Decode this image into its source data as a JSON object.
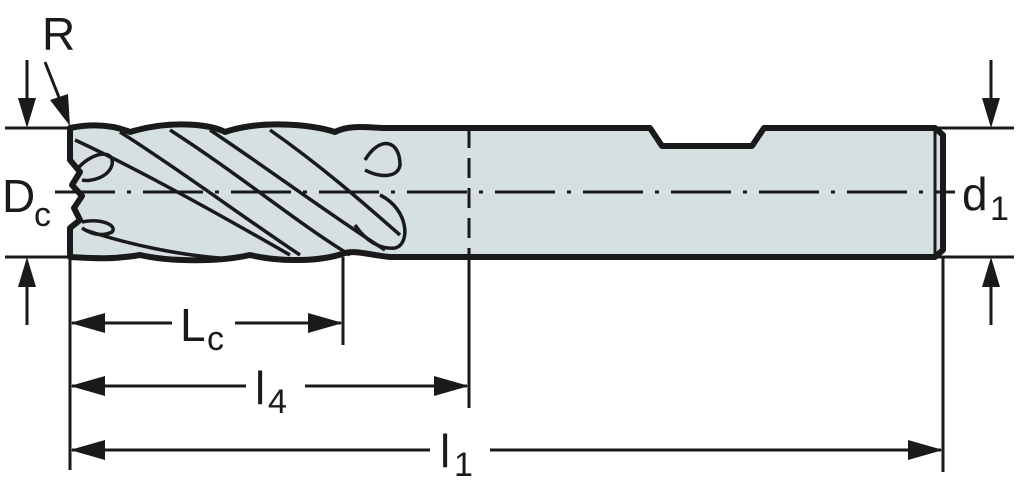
{
  "diagram": {
    "type": "technical-drawing",
    "subject": "end-mill",
    "colors": {
      "line": "#1a1a1a",
      "body_fill": "#d6dfe2",
      "background": "#ffffff"
    },
    "labels": {
      "corner_radius": "R",
      "cutting_diameter": {
        "main": "D",
        "sub": "c"
      },
      "shank_diameter": {
        "main": "d",
        "sub": "1"
      },
      "cutting_length": {
        "main": "L",
        "sub": "c"
      },
      "usable_length": {
        "main": "l",
        "sub": "4"
      },
      "overall_length": {
        "main": "l",
        "sub": "1"
      }
    }
  }
}
